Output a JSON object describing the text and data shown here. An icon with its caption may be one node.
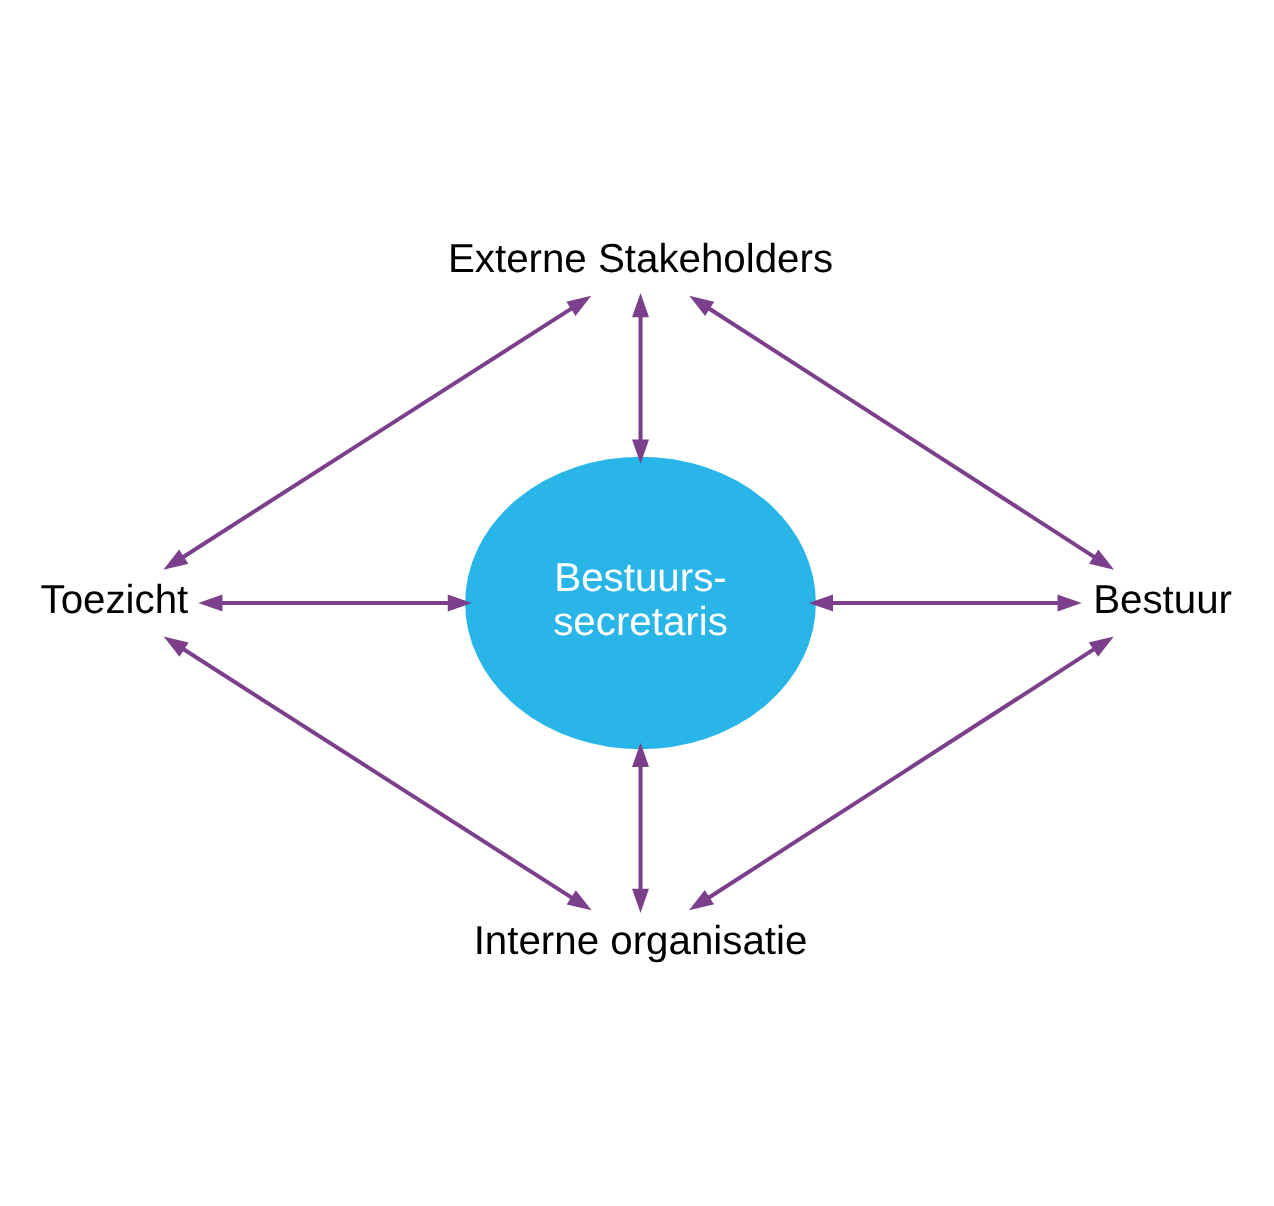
{
  "diagram": {
    "nodes": [
      {
        "text": [
          "Externe Stakeholders"
        ]
      },
      {
        "text": [
          "Toezicht"
        ]
      },
      {
        "text": [
          "Bestuurs- secretaris"
        ]
      },
      {
        "text": [
          "Bestuur"
        ]
      },
      {
        "text": [
          "Interne organisatie"
        ]
      }
    ],
    "edges": [
      {
        "from": 0,
        "to": 2,
        "arrow": "both"
      },
      {
        "from": 1,
        "to": 2,
        "arrow": "both"
      },
      {
        "from": 2,
        "to": 3,
        "arrow": "both"
      },
      {
        "from": 2,
        "to": 4,
        "arrow": "both"
      },
      {
        "from": 0,
        "to": 1,
        "arrow": "both"
      },
      {
        "from": 0,
        "to": 3,
        "arrow": "both"
      },
      {
        "from": 1,
        "to": 4,
        "arrow": "both"
      },
      {
        "from": 3,
        "to": 4,
        "arrow": "both"
      }
    ]
  }
}
